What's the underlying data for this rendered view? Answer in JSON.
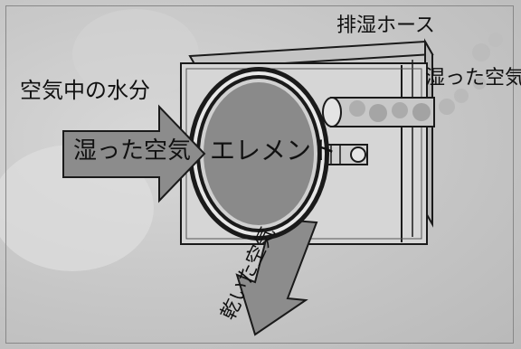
{
  "labels": {
    "moisture": "空気中の水分",
    "hose": "排湿ホース",
    "humid_air_out": "湿った空気",
    "humid_air_in": "湿った空気",
    "element": "エレメント",
    "dry_air": "乾いた空気"
  },
  "colors": {
    "background": "#c9c9c9",
    "element_fill": "#8a8a8a",
    "arrow_fill": "#8c8c8c",
    "device_fill": "#d6d6d6",
    "line": "#1a1a1a"
  }
}
